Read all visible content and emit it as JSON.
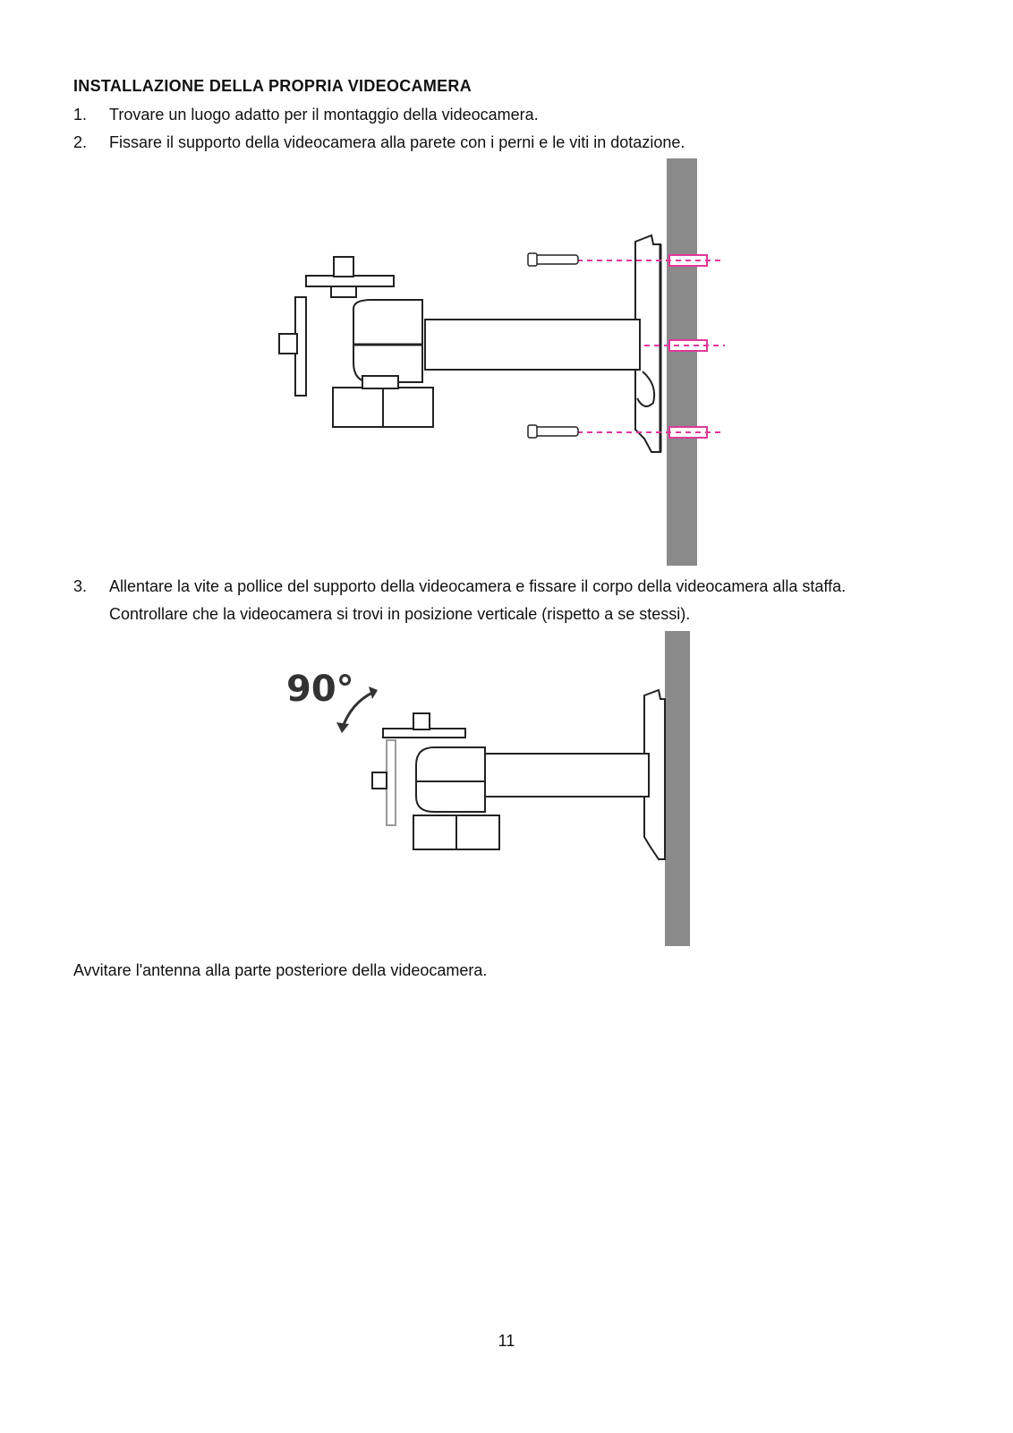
{
  "heading": "INSTALLAZIONE DELLA PROPRIA VIDEOCAMERA",
  "steps": [
    {
      "num": "1.",
      "text": "Trovare un luogo adatto per il montaggio della videocamera."
    },
    {
      "num": "2.",
      "text": "Fissare il supporto della videocamera alla parete con i perni e le viti in dotazione."
    },
    {
      "num": "3.",
      "line1": "Allentare la vite a pollice del supporto della videocamera e fissare il corpo della videocamera alla staffa.",
      "line2": "Controllare che la videocamera si trovi in posizione verticale (rispetto a se stessi)."
    }
  ],
  "figure2": {
    "angle_label": "90°"
  },
  "note": "Avvitare l'antenna alla parte posteriore della videocamera.",
  "page_number": "11",
  "colors": {
    "wall": "#8a8a8a",
    "guide": "#e0389a",
    "line": "#222222"
  }
}
